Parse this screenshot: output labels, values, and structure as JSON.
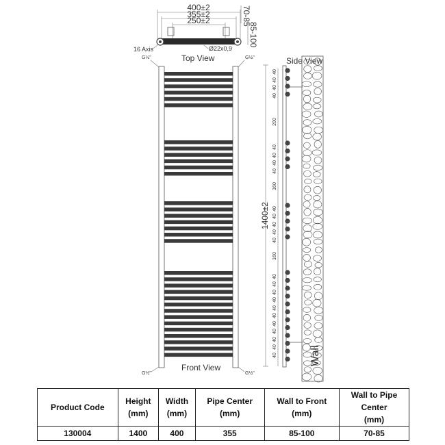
{
  "top_view": {
    "title": "Top View",
    "dim_overall": "400±2",
    "dim_pipe_center": "355±2",
    "dim_inner": "250±2",
    "dim_wall_pipe": "70-85",
    "dim_wall_front": "85-100",
    "tube_spec": "Ø22x0,9",
    "axis_note": "16 Axis"
  },
  "front_view": {
    "title": "Front View",
    "valve_label": "G½\"",
    "rail_groups": [
      6,
      6,
      7,
      14
    ]
  },
  "side_view": {
    "title": "Side View",
    "wall_label": "Wall",
    "overall_height": "1400±2",
    "spacings": [
      "40",
      "40",
      "40",
      "40",
      "200",
      "40",
      "40",
      "40",
      "40",
      "160",
      "40",
      "40",
      "40",
      "40",
      "40",
      "160",
      "40",
      "40",
      "40",
      "40",
      "40",
      "40",
      "40",
      "40",
      "40",
      "40",
      "40",
      "40",
      "40",
      "40"
    ]
  },
  "table": {
    "headers": [
      [
        "Product  Code"
      ],
      [
        "Height",
        "(mm)"
      ],
      [
        "Width",
        "(mm)"
      ],
      [
        "Pipe Center",
        "(mm)"
      ],
      [
        "Wall to Front",
        "(mm)"
      ],
      [
        "Wall to Pipe",
        "Center",
        "(mm)"
      ]
    ],
    "row": [
      "130004",
      "1400",
      "400",
      "355",
      "85-100",
      "70-85"
    ]
  }
}
